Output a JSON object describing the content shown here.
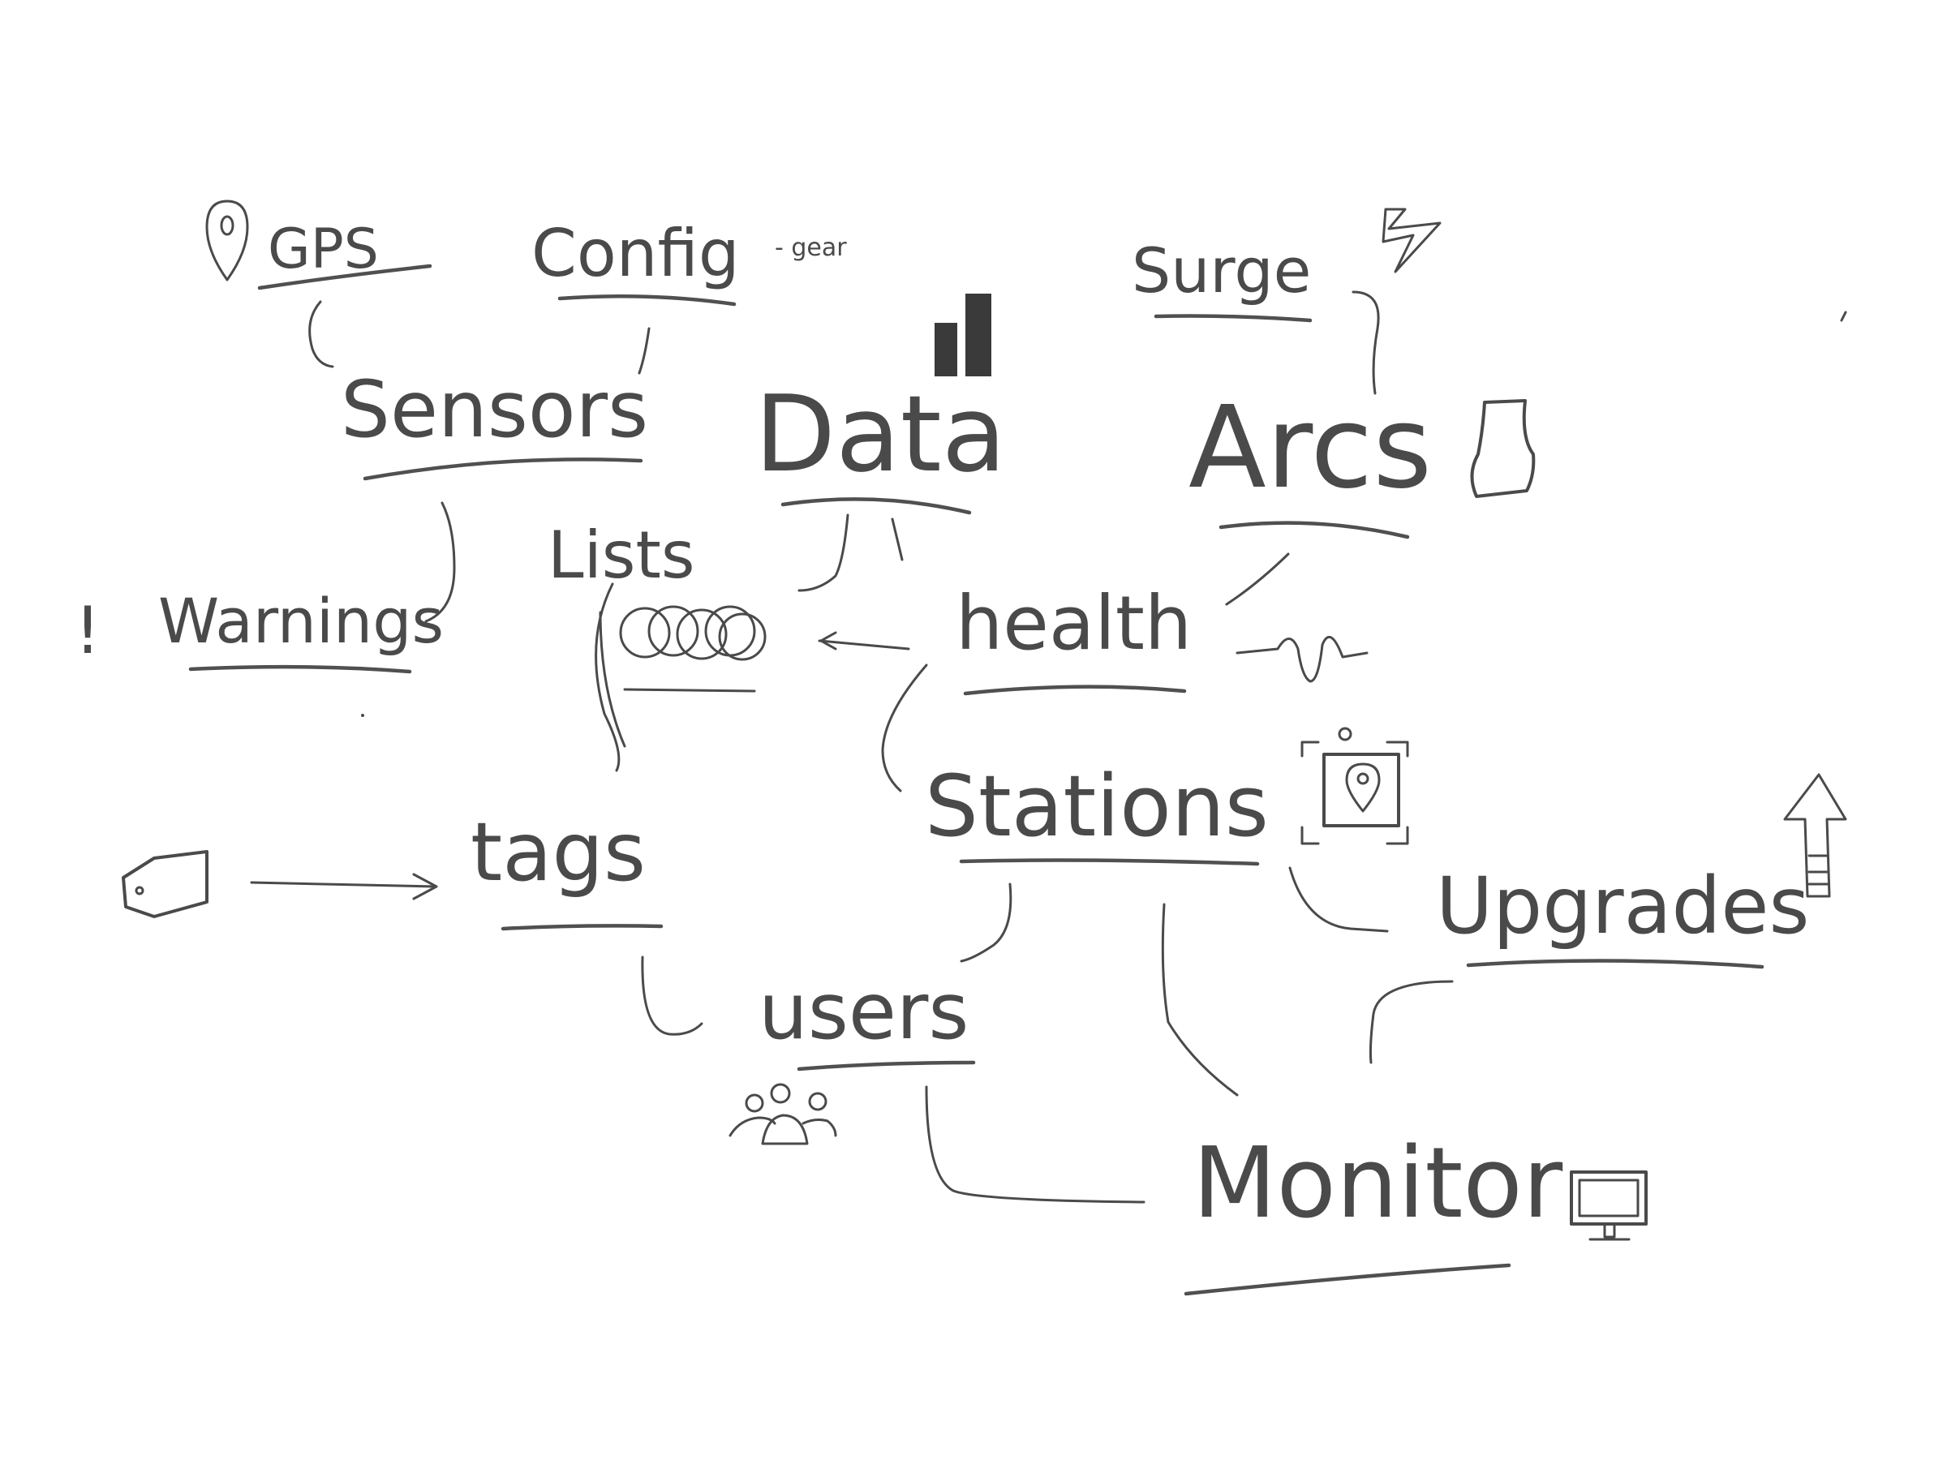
{
  "nodes": {
    "gps": "GPS",
    "config": "Config",
    "config_note": "- gear",
    "surge": "Surge",
    "sensors": "Sensors",
    "data": "Data",
    "arcs": "Arcs",
    "warnings": "Warnings",
    "warnings_mark": "!",
    "lists": "Lists",
    "health": "health",
    "stations": "Stations",
    "tags": "tags",
    "upgrades": "Upgrades",
    "users": "users",
    "monitor": "Monitor"
  },
  "icons": {
    "gps": "map-pin-icon",
    "surge": "lightning-bolt-icon",
    "data": "bar-chart-icon",
    "arcs": "battery-icon",
    "lists": "scribble-icon",
    "health": "heartbeat-icon",
    "stations": "station-location-icon",
    "tags": "price-tag-icon",
    "upgrades": "up-arrow-icon",
    "users": "users-group-icon",
    "monitor": "monitor-icon"
  },
  "colors": {
    "ink": "#4a4a4a",
    "paper": "#ffffff"
  }
}
